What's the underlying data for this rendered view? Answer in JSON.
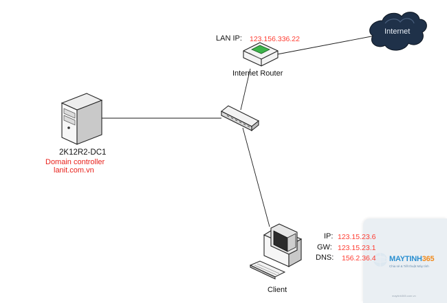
{
  "internet": {
    "label": "Internet"
  },
  "router": {
    "name": "Internet Router",
    "lan_ip_label": "LAN IP:",
    "lan_ip_value": "123.156.336.22"
  },
  "dc": {
    "name": "2K12R2-DC1",
    "role": "Domain controller",
    "domain": "lanit.com.vn"
  },
  "client": {
    "name": "Client",
    "ip_label": "IP:",
    "ip_value": "123.15.23.6",
    "gw_label": "GW:",
    "gw_value": "123.15.23.1",
    "dns_label": "DNS:",
    "dns_value": "156.2.36.4"
  },
  "watermark": {
    "brand_main": "MAYTINH",
    "brand_num": "365",
    "tagline": "Chia sẻ & Tiết thuật Máy tính",
    "url": "maytinh365.com.vn"
  },
  "colors": {
    "annotation_red": "#ff3b30",
    "cloud": "#1f3149",
    "watermark_blue": "#2a8fd0",
    "watermark_orange": "#f08a1c"
  }
}
